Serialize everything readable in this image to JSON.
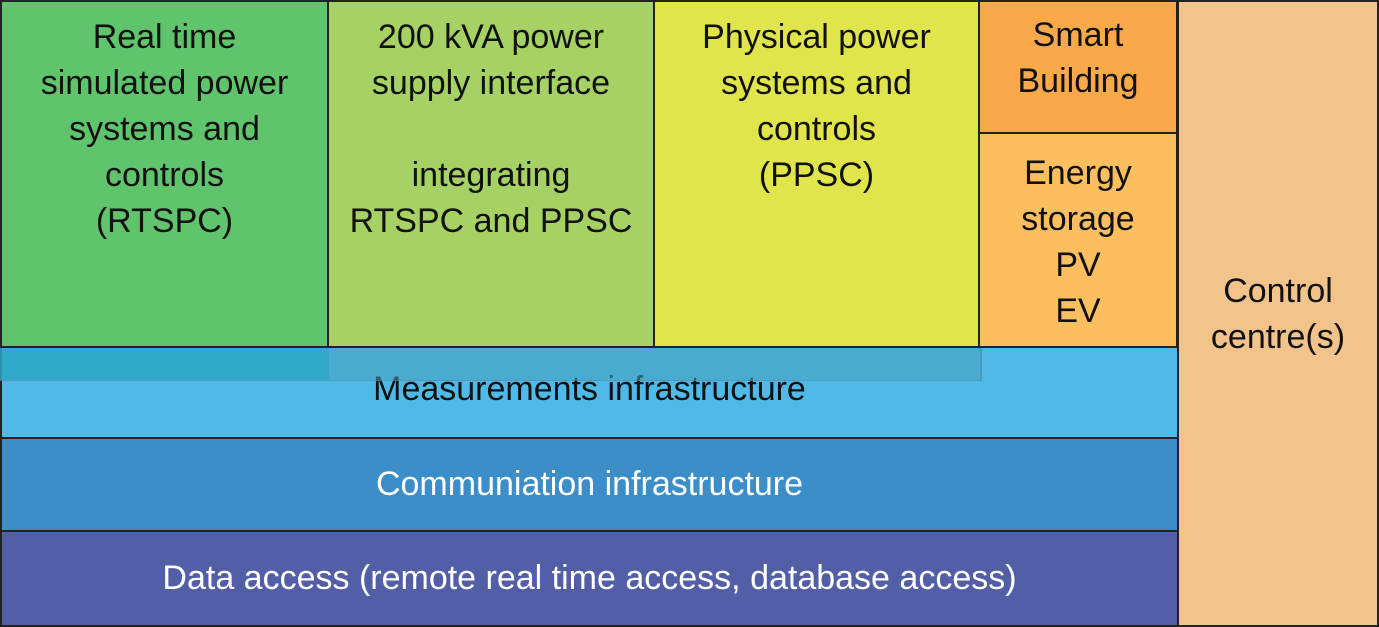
{
  "diagram": {
    "colors": {
      "rtspc": "#5fc46c",
      "interface": "#a6d164",
      "ppsc": "#e0e54c",
      "smart_building": "#f9a94a",
      "energy_storage": "#fcbf60",
      "control_centre": "#f2c48b",
      "measurements": "#4fb9e7",
      "communication": "#3c8ec8",
      "data_access": "#525ea6"
    },
    "blocks": {
      "rtspc": {
        "lines": [
          "Real time",
          "simulated power",
          "systems and",
          "controls",
          "(RTSPC)"
        ]
      },
      "interface": {
        "lines": [
          "200 kVA power",
          "supply interface",
          "",
          "integrating",
          "RTSPC and PPSC"
        ]
      },
      "ppsc": {
        "lines": [
          "Physical power",
          "systems and",
          "controls",
          "(PPSC)"
        ]
      },
      "smart_building": {
        "lines": [
          "Smart",
          "Building"
        ]
      },
      "energy_storage": {
        "lines": [
          "Energy",
          "storage",
          "PV",
          "EV"
        ]
      },
      "control_centre": {
        "lines": [
          "Control",
          "centre(s)"
        ]
      }
    },
    "layers": {
      "measurements": "Measurements infrastructure",
      "communication": "Communiation infrastructure",
      "data_access": "Data access (remote real time access, database access)"
    }
  }
}
